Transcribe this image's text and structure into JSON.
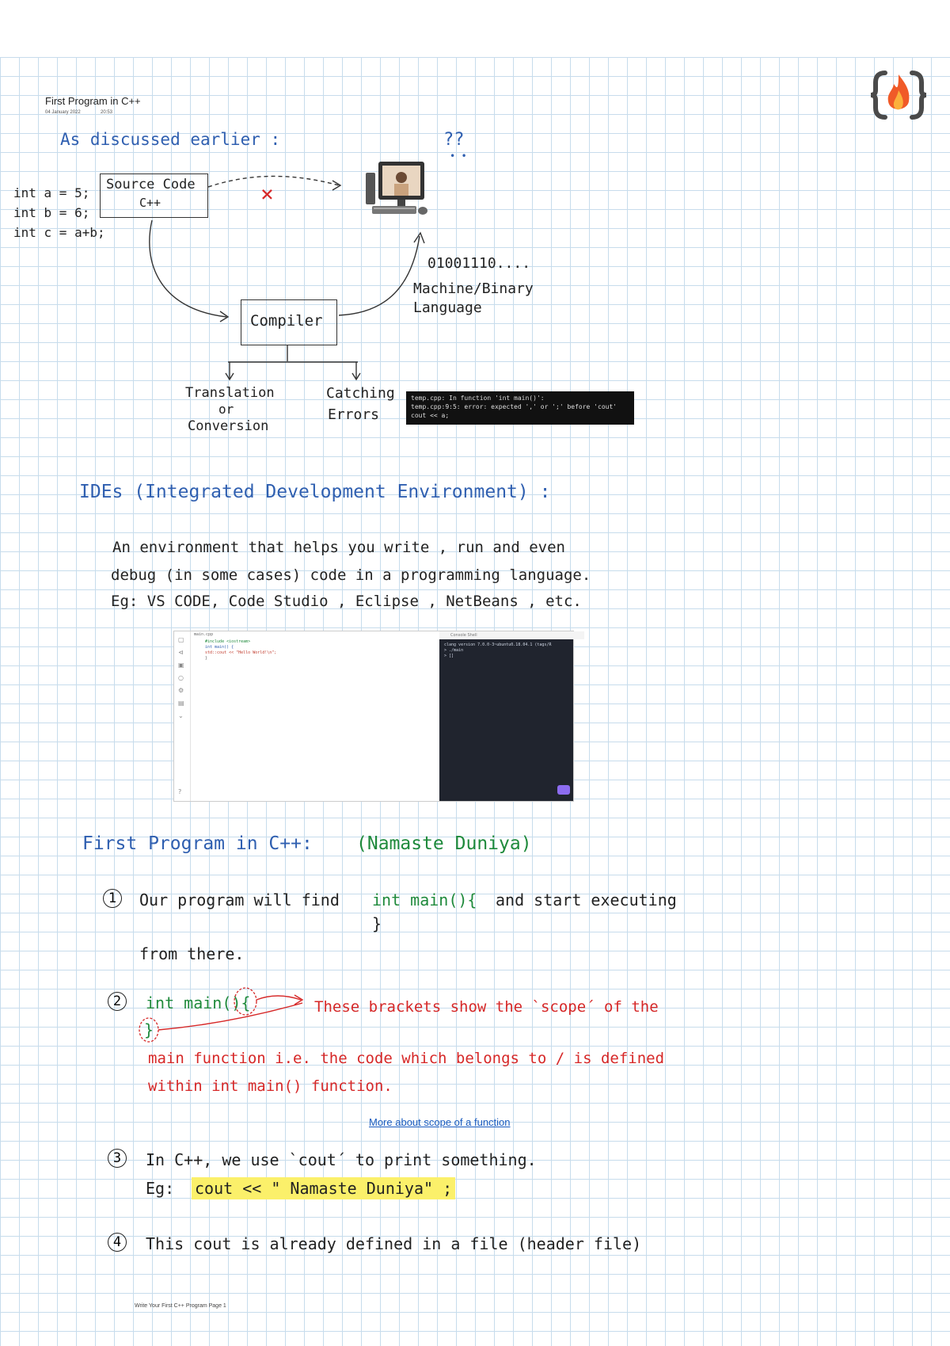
{
  "header": {
    "title": "First Program in C++",
    "date": "04 January 2022",
    "time": "20:53"
  },
  "section1": {
    "heading": "As  discussed  earlier :",
    "question_marks": "??",
    "code_lines": [
      "int a = 5;",
      "int b = 6;",
      "int c = a+b;"
    ],
    "source_box_line1": "Source  Code",
    "source_box_line2": "C++",
    "cross": "×",
    "binary": "01001110....",
    "machine_line1": "Machine/Binary",
    "machine_line2": "Language",
    "compiler": "Compiler",
    "translation_line1": "Translation",
    "translation_line2": "or",
    "translation_line3": "Conversion",
    "catching_line1": "Catching",
    "catching_line2": "Errors",
    "terminal_lines": [
      "temp.cpp: In function 'int main()':",
      "temp.cpp:9:5: error: expected ',' or ';' before 'cout'",
      "    cout << a;",
      "    ^~~~"
    ]
  },
  "section2": {
    "heading": "IDEs (Integrated  Development  Environment) :",
    "line1": "An  environment  that  helps  you  write , run  and  even",
    "line2": "debug (in  some  cases)   code   in  a  programming  language.",
    "line3": "Eg:  VS  CODE,  Code  Studio ,  Eclipse ,  NetBeans , etc."
  },
  "ide_screenshot": {
    "file_tab": "main.cpp",
    "console_tabs": "Console   Shell",
    "code_lines": [
      "#include <iostream>",
      "",
      "int main() {",
      "  std::cout << \"Hello World!\\n\";",
      "}"
    ],
    "console_lines": [
      "clang version 7.0.0-3~ubuntu0.18.04.1 (tags/R",
      "> ./main",
      "> []"
    ]
  },
  "section3": {
    "heading_blue": "First   Program   in   C++:",
    "heading_green": "(Namaste  Duniya)",
    "point1_num": "1",
    "point1_a": "Our   program   will   find",
    "point1_code": "int main(){",
    "point1_b": "and   start   executing",
    "point1_brace": "}",
    "point1_c": "from    there.",
    "point2_num": "2",
    "point2_code": "int main(){",
    "point2_brace": "}",
    "point2_note": "These  brackets  show  the `scope´  of  the",
    "point2_line2": "main   function   i.e.  the   code   which  belongs   to / is  defined",
    "point2_line3": "within    int  main()    function.",
    "link": "More about scope of a function",
    "point3_num": "3",
    "point3_a": "In   C++,  we   use   `cout´   to   print   something.",
    "point3_eg": "Eg:",
    "point3_code": "cout << \" Namaste  Duniya\" ;",
    "point4_num": "4",
    "point4_a": "This   cout   is   already   defined   in   a   file   (header   file)"
  },
  "footer": {
    "text": "Write Your First C++ Program Page 1"
  },
  "colors": {
    "grid": "#c7dcec",
    "blue_ink": "#2f5fb0",
    "green_ink": "#1f8a3c",
    "red_ink": "#d62828",
    "highlight": "#fbf06a"
  }
}
